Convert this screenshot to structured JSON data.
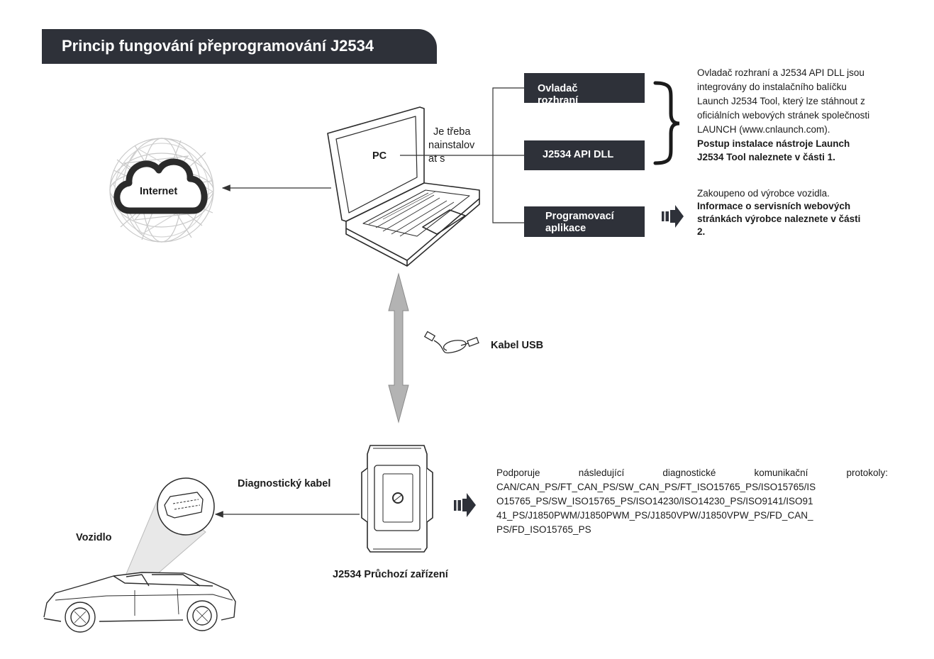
{
  "title": "Princip fungování přeprogramování J2534",
  "internet": {
    "label": "Internet"
  },
  "pc": {
    "label": "PC",
    "note": [
      "Je třeba",
      "nainstalov",
      "at s"
    ]
  },
  "boxes": {
    "interface_driver": "Ovladač rozhraní",
    "api_dll": "J2534 API DLL",
    "programming_app": [
      "Programovací",
      "aplikace"
    ]
  },
  "description_drivers": {
    "lines": [
      "Ovladač rozhraní a J2534 API DLL jsou",
      "integrovány do instalačního balíčku",
      "Launch J2534 Tool, který lze stáhnout z",
      "oficiálních webových stránek společnosti",
      "LAUNCH (www.cnlaunch.com)."
    ],
    "bold_lines": [
      "Postup instalace nástroje Launch",
      "J2534 Tool naleznete v části 1."
    ]
  },
  "description_app": {
    "first_line": "Zakoupeno od výrobce vozidla.",
    "bold_lines": [
      "Informace o servisních webových",
      "stránkách výrobce naleznete v části",
      "2."
    ]
  },
  "usb": {
    "label": "Kabel USB"
  },
  "device": {
    "label": "J2534 Průchozí zařízení"
  },
  "diag_cable": {
    "label": "Diagnostický kabel"
  },
  "vehicle": {
    "label": "Vozidlo"
  },
  "protocols": {
    "intro_words": [
      "Podporuje",
      "následující",
      "diagnostické",
      "komunikační",
      "protokoly:"
    ],
    "lines": [
      "CAN/CAN_PS/FT_CAN_PS/SW_CAN_PS/FT_ISO15765_PS/ISO15765/IS",
      "O15765_PS/SW_ISO15765_PS/ISO14230/ISO14230_PS/ISO9141/ISO91",
      "41_PS/J1850PWM/J1850PWM_PS/J1850VPW/J1850VPW_PS/FD_CAN_",
      "PS/FD_ISO15765_PS"
    ]
  },
  "colors": {
    "dark": "#2e3139",
    "arrow_gray": "#b3b3b3",
    "text": "#1b1b1b"
  }
}
